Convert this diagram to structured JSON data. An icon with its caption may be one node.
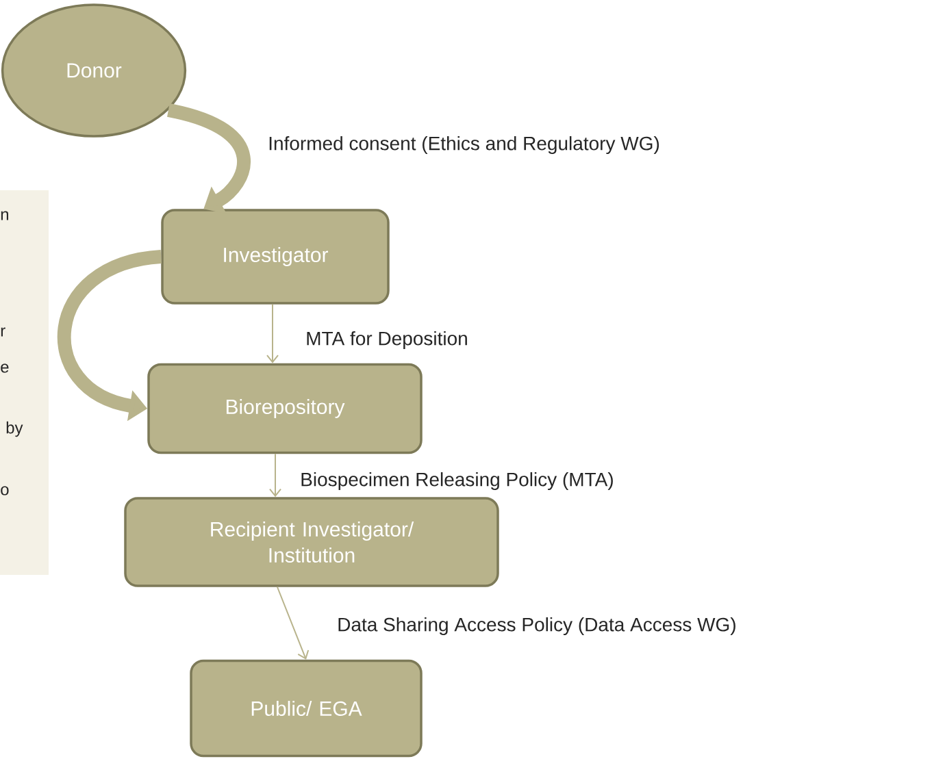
{
  "diagram": {
    "nodes": [
      {
        "text": [
          "Donor"
        ]
      },
      {
        "text": [
          "Investigator"
        ]
      },
      {
        "text": [
          "Biorepository"
        ]
      },
      {
        "text": [
          "Recipient Investigator/ Institution"
        ]
      },
      {
        "text": [
          "Public/ EGA"
        ]
      }
    ],
    "edges": [
      {
        "from": 0,
        "to": 1,
        "arrow": "to",
        "style": "thick",
        "label": "Informed consent  (Ethics and Regulatory  WG)"
      },
      {
        "from": 1,
        "to": 2,
        "arrow": "to",
        "label": "MTA for Deposition"
      },
      {
        "from": 1,
        "to": 2,
        "arrow": "to",
        "style": "thick"
      },
      {
        "from": 2,
        "to": 3,
        "arrow": "to",
        "label": "Biospecimen Releasing Policy (MTA)"
      },
      {
        "from": 3,
        "to": 4,
        "arrow": "to",
        "label": "Data Sharing Access Policy (Data Access WG)"
      }
    ],
    "labels": [
      "n",
      "r",
      "e",
      "by",
      "o"
    ]
  }
}
